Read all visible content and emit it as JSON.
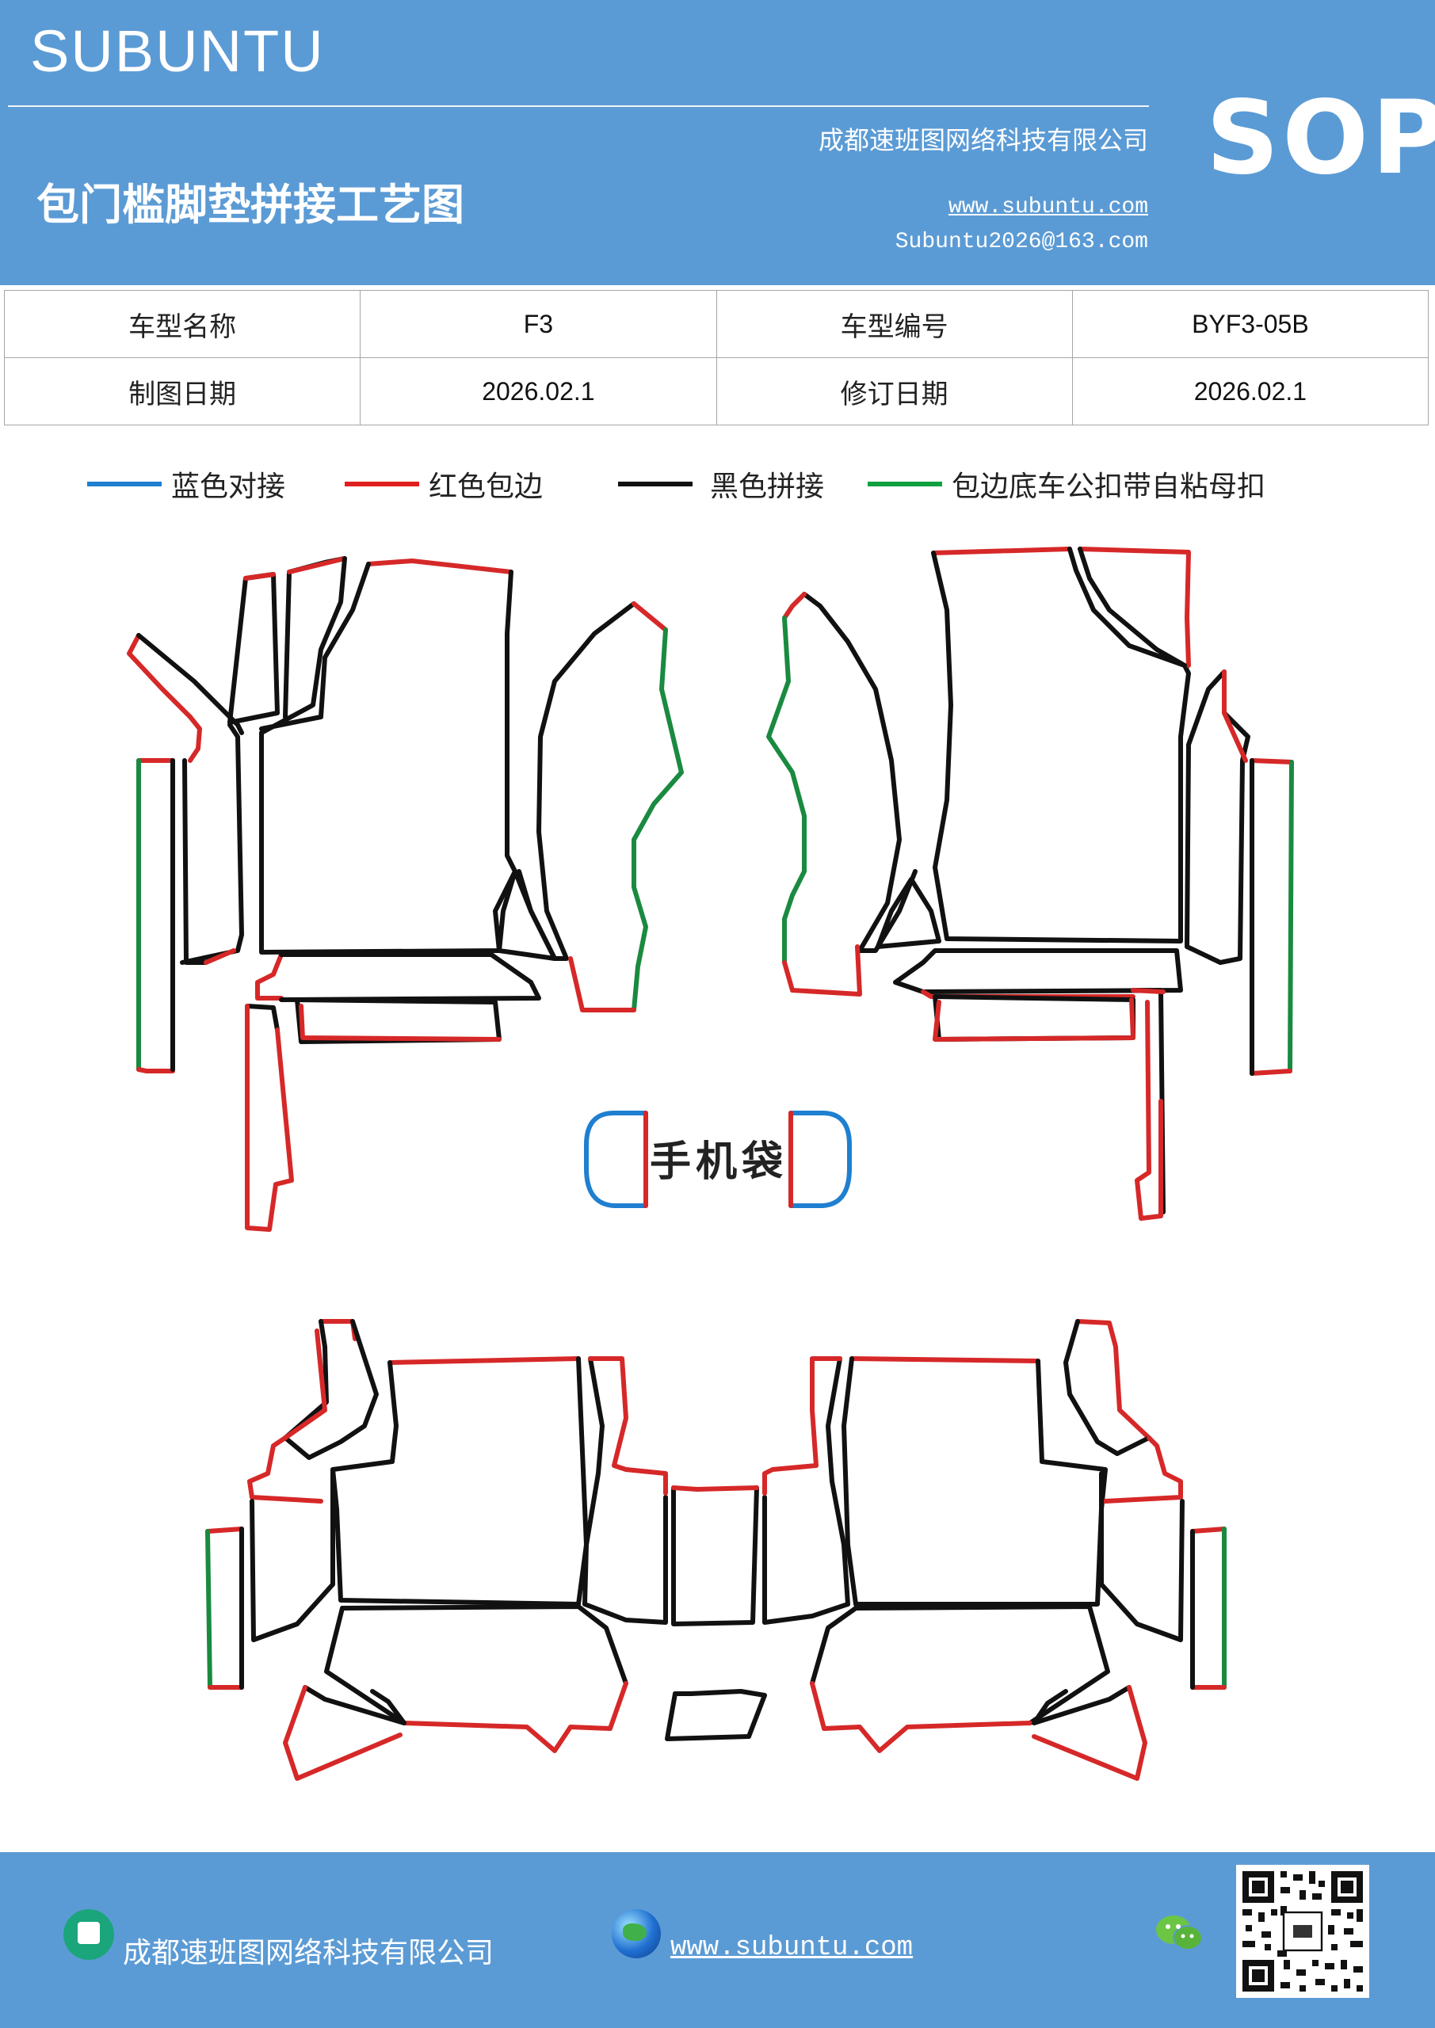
{
  "header": {
    "brand": "SUBUNTU",
    "company": "成都速班图网络科技有限公司",
    "title": "包门槛脚垫拼接工艺图",
    "website": "www.subuntu.com",
    "email": "Subuntu2026@163.com",
    "sop": "SOP"
  },
  "info_table": {
    "rows": [
      [
        "车型名称",
        "F3",
        "车型编号",
        "BYF3-05B"
      ],
      [
        "制图日期",
        "2026.02.1",
        "修订日期",
        "2026.02.1"
      ]
    ]
  },
  "legend": [
    {
      "label": "蓝色对接",
      "color": "#1f7fd0"
    },
    {
      "label": "红色包边",
      "color": "#e02020"
    },
    {
      "label": "黑色拼接",
      "color": "#111111"
    },
    {
      "label": "包边底车公扣带自粘母扣",
      "color": "#10a040"
    }
  ],
  "diagram": {
    "pocket_label": "手机袋"
  },
  "footer": {
    "company": "成都速班图网络科技有限公司",
    "website": "www.subuntu.com",
    "company_icon": "building-icon",
    "globe_icon": "globe-icon",
    "wechat_icon": "wechat-icon",
    "qr_icon": "qr-code"
  }
}
